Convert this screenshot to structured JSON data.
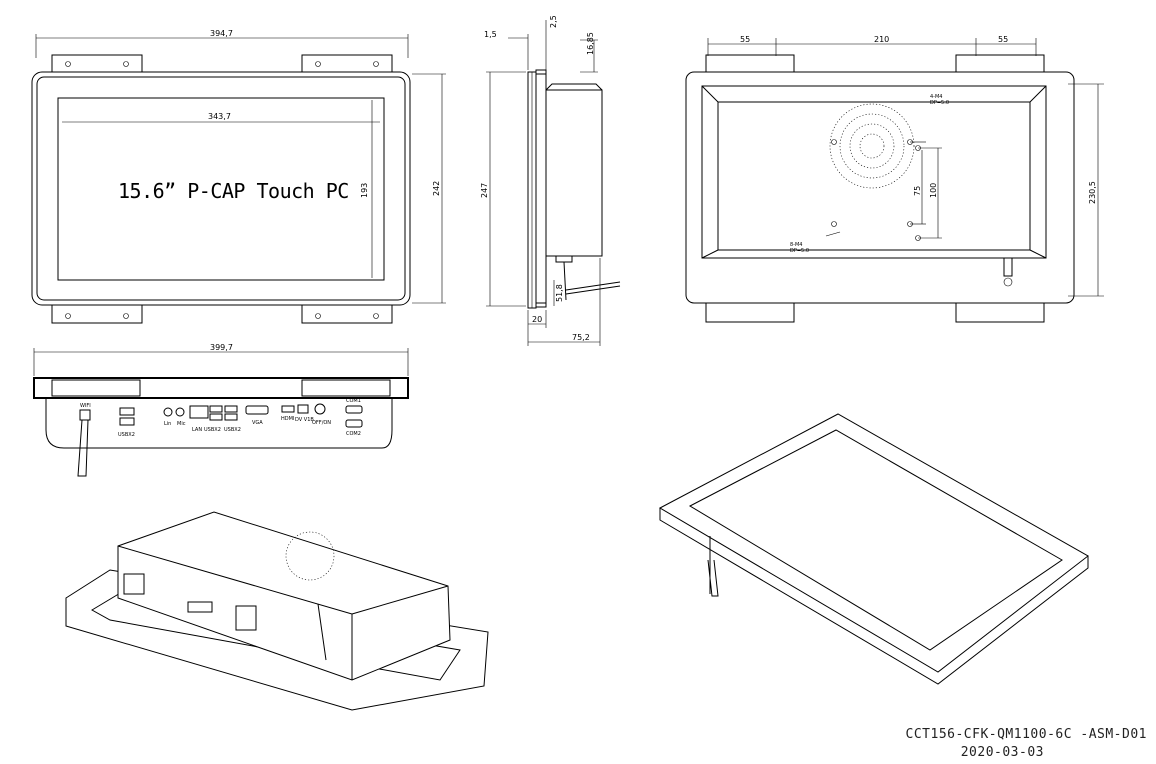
{
  "front_view": {
    "title": "15.6” P-CAP Touch PC",
    "dim_width_overall": "394,7",
    "dim_width_active": "343,7",
    "dim_height_active": "193",
    "dim_height_overall": "242"
  },
  "side_view": {
    "dim_top_1": "1,5",
    "dim_top_2": "2,5",
    "dim_top_3": "16,85",
    "dim_height": "247",
    "dim_antenna": "51,8",
    "dim_bottom_1": "20",
    "dim_bottom_2": "75,2"
  },
  "rear_view": {
    "dim_left_55": "55",
    "dim_mid_210": "210",
    "dim_right_55": "55",
    "dim_height": "230,5",
    "dim_vesa_75": "75",
    "dim_vesa_100": "100",
    "vesa_label_top": "4-M4",
    "vesa_label_top2": "DP=5.0",
    "vesa_label_bottom": "8-M4",
    "vesa_label_bottom2": "DP=5.0"
  },
  "bottom_view": {
    "dim_width": "399,7",
    "port_wifi": "WIFI",
    "port_usb_left": "USBX2",
    "port_lin": "Lin",
    "port_mic": "Mic",
    "port_lan": "LAN",
    "port_usb_mid1": "USBX2",
    "port_usb_mid2": "USBX2",
    "port_vga": "VGA",
    "port_hdmi": "HDMI",
    "port_dc": "DV V1B",
    "port_power": "OFF/ON",
    "port_com1": "COM1",
    "port_com2": "COM2"
  },
  "footer": {
    "drawing_code": "CCT156-CFK-QM1100-6C -ASM-D01",
    "date": "2020-03-03"
  }
}
